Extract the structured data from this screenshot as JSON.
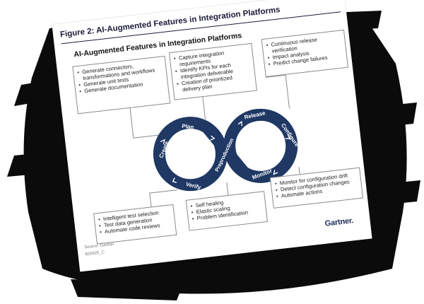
{
  "figure_title": "Figure 2: AI-Augmented Features in Integration Platforms",
  "subtitle": "AI-Augmented Features in Integration Platforms",
  "boxes": {
    "create": [
      "Generate connectors, transformations and workflows",
      "Generate unit tests",
      "Generate documentation"
    ],
    "plan": [
      "Capture integration requirements",
      "Identify KPIs for each integration deliverable",
      "Creation of prioritized delivery plan"
    ],
    "release": [
      "Continuous release verification",
      "Impact analysis",
      "Predict change failures"
    ],
    "verify": [
      "Intelligent test selection",
      "Test data generation",
      "Automate code reviews"
    ],
    "preproduction": [
      "Self healing",
      "Elastic scaling",
      "Problem identification"
    ],
    "monitor": [
      "Monitor for configuration drift",
      "Detect configuration changes",
      "Automate actions"
    ]
  },
  "loop_labels": {
    "create": "Create",
    "plan": "Plan",
    "verify": "Verify",
    "preproduction": "Preproduction",
    "release": "Release",
    "configure": "Configure",
    "monitor": "Monitor"
  },
  "source": "Source: Gartner",
  "code": "825925_C",
  "brand": "Gartner",
  "colors": {
    "loop": "#1f3864",
    "text": "#1b1b3a",
    "brush": "#0b0b0b"
  }
}
